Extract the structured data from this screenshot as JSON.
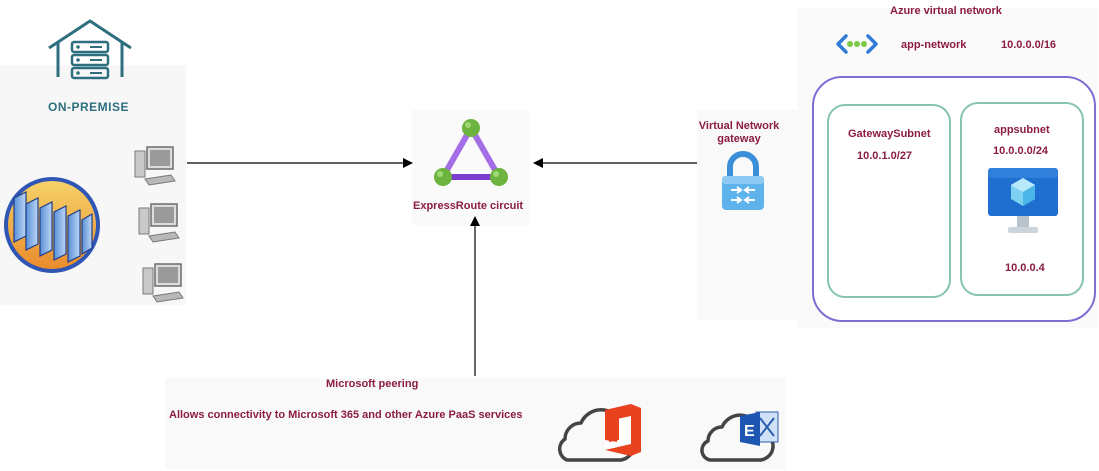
{
  "onprem": {
    "label": "ON-PREMISE"
  },
  "circuit": {
    "label": "ExpressRoute circuit"
  },
  "gateway": {
    "label_line1": "Virtual Network",
    "label_line2": "gateway"
  },
  "vnet": {
    "title": "Azure virtual network",
    "name": "app-network",
    "address_space": "10.0.0.0/16",
    "subnets": [
      {
        "name": "GatewaySubnet",
        "cidr": "10.0.1.0/27"
      },
      {
        "name": "appsubnet",
        "cidr": "10.0.0.0/24",
        "vm_ip": "10.0.0.4"
      }
    ]
  },
  "peering": {
    "title": "Microsoft peering",
    "description": "Allows connectivity to Microsoft 365 and other Azure PaaS services"
  },
  "icons": {
    "house": "house-server-icon",
    "datacenter": "datacenter-icon",
    "workstation": "workstation-icon",
    "expressroute": "expressroute-icon",
    "gateway": "vpn-gateway-lock-icon",
    "vnet": "virtual-network-icon",
    "vm": "virtual-machine-icon",
    "office": "office-cloud-icon",
    "exchange": "exchange-cloud-icon"
  },
  "colors": {
    "label": "#8b1d3e",
    "vnet_border": "#7b6fd6",
    "subnet_border": "#86c4ae",
    "onprem_teal": "#2d6f7e",
    "expressroute_purple": "#a46ee6",
    "expressroute_green": "#6db33f"
  }
}
